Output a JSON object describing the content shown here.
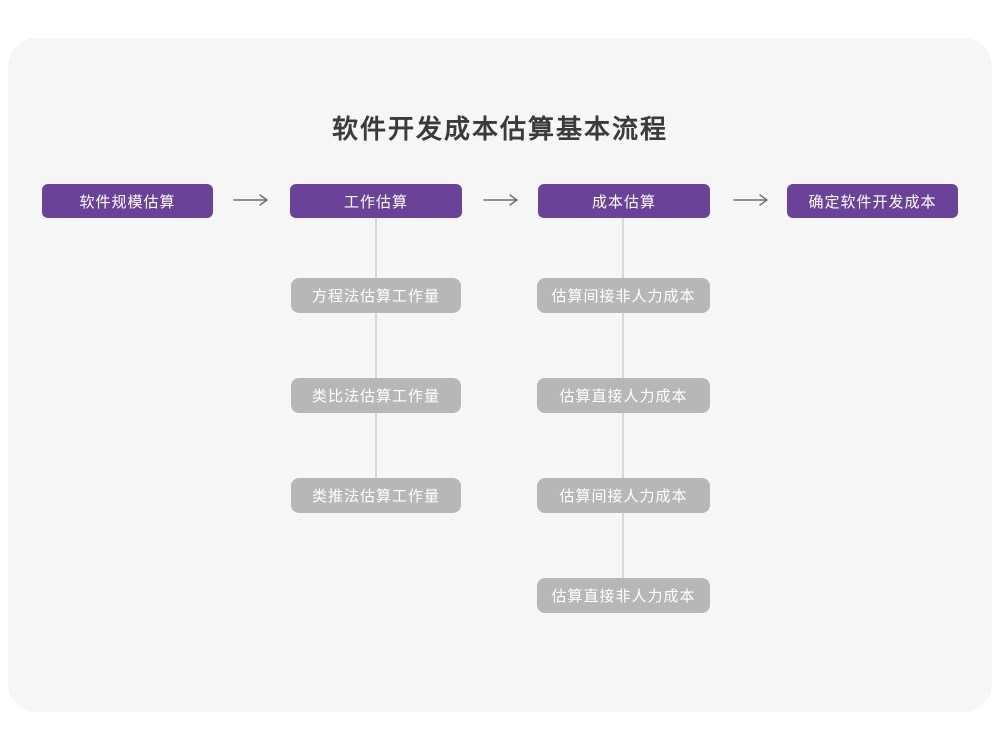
{
  "page": {
    "title": "软件开发成本估算基本流程"
  },
  "colors": {
    "background": "#ffffff",
    "card": "#f6f6f6",
    "primary": "#6a4399",
    "secondary": "#b7b7b7",
    "connector": "#d9d9d9",
    "arrow": "#6f6f6f",
    "title_text": "#3b3b3b",
    "box_text": "#ffffff"
  },
  "flow": {
    "stages": [
      {
        "label": "软件规模估算",
        "substeps": []
      },
      {
        "label": "工作估算",
        "substeps": [
          "方程法估算工作量",
          "类比法估算工作量",
          "类推法估算工作量"
        ]
      },
      {
        "label": "成本估算",
        "substeps": [
          "估算间接非人力成本",
          "估算直接人力成本",
          "估算间接人力成本",
          "估算直接非人力成本"
        ]
      },
      {
        "label": "确定软件开发成本",
        "substeps": []
      }
    ]
  }
}
